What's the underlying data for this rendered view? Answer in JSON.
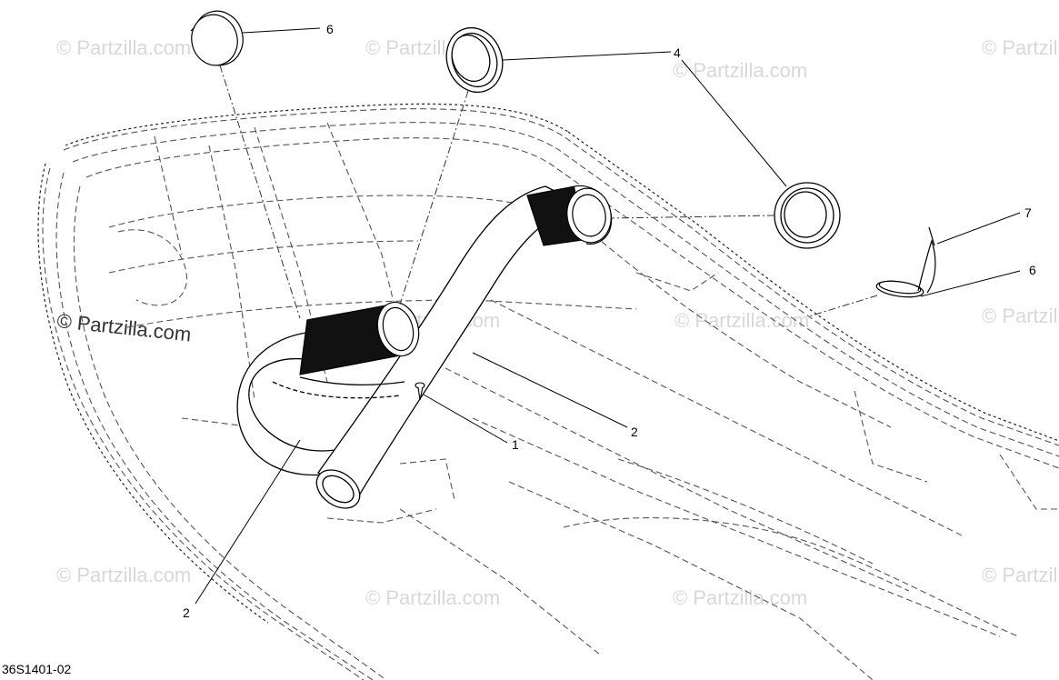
{
  "diagram": {
    "drawing_code": "36S1401-02",
    "watermark": "© Partzilla.com",
    "callouts": {
      "c1": "1",
      "c2a": "2",
      "c2b": "2",
      "c4": "4",
      "c6a": "6",
      "c6b": "6",
      "c7": "7"
    }
  },
  "colors": {
    "line": "#000000",
    "hidden_line": "#555555",
    "watermark": "#d8d8d8"
  }
}
